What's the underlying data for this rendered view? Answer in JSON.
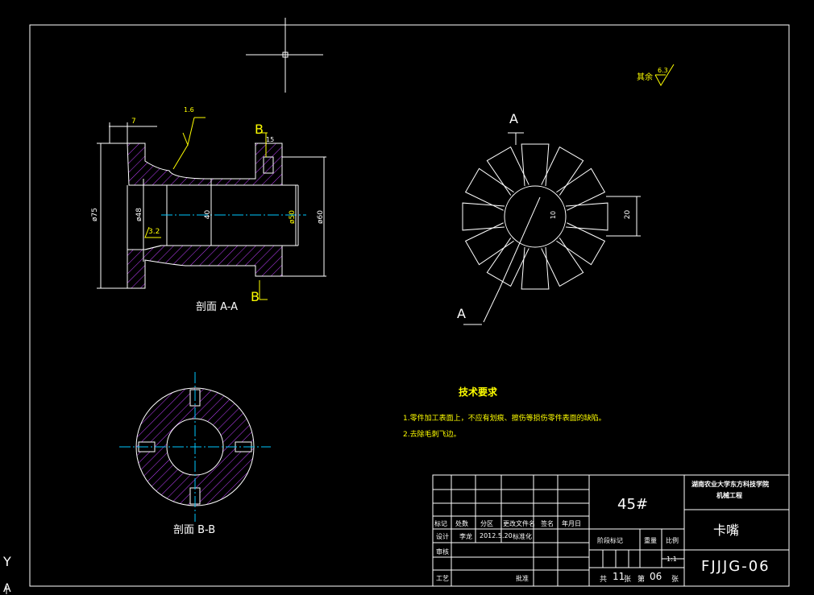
{
  "drawing": {
    "roughness_note": "其余",
    "roughness_value": "6.3",
    "surface_symbol_value": "1.6",
    "section_aa": {
      "label": "剖面 A-A",
      "dims": {
        "d_75": "ø75",
        "d_48": "ø48",
        "d_40": "40",
        "d_50": "ø50",
        "d_60": "ø60",
        "len_7": "7",
        "len_15": "15",
        "rough_32": "3.2"
      },
      "cut_top": "B",
      "cut_bottom": "B"
    },
    "top_view": {
      "label_a_top": "A",
      "label_a_bottom": "A",
      "dim_20": "20",
      "dim_10": "10"
    },
    "section_bb": {
      "label": "剖面 B-B"
    },
    "tech_req": {
      "title": "技术要求",
      "item1": "1.零件加工表面上，不应有划痕、擦伤等损伤零件表面的缺陷。",
      "item2": "2.去除毛刺飞边。"
    }
  },
  "title_block": {
    "material": "45#",
    "school": "湖南农业大学东方科技学院",
    "dept": "机械工程",
    "part_name": "卡嘴",
    "drawing_no": "FJJJG-06",
    "header_row": [
      "标记",
      "处数",
      "分区",
      "更改文件名",
      "签名",
      "年月日"
    ],
    "design_label": "设计",
    "designer": "李龙",
    "date": "2012.5.20",
    "std_label": "标准化",
    "review_label": "审核",
    "approve_label": "批准",
    "process_label": "工艺",
    "stage_label": "阶段标记",
    "weight_label": "重量",
    "scale_label": "比例",
    "scale_value": "1:1",
    "sheet_total_prefix": "共",
    "sheet_total": "11",
    "sheet_total_suffix": "张",
    "sheet_no_prefix": "第",
    "sheet_no": "06",
    "sheet_no_suffix": "张"
  },
  "ucs": {
    "y_label": "Y",
    "x_label": "A"
  }
}
